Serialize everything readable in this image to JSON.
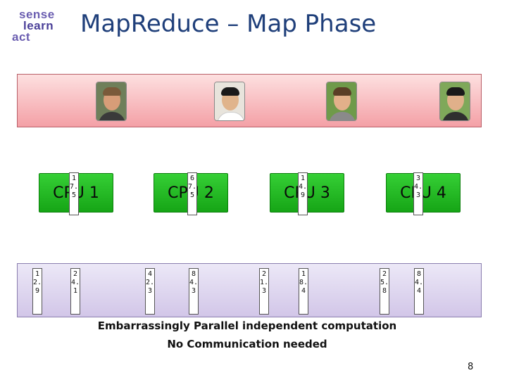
{
  "logo": {
    "line1": "sense",
    "line2": "learn",
    "line3": "act"
  },
  "title": "MapReduce – Map Phase",
  "cpus": [
    {
      "label": "CPU 1",
      "top_value": "17.5"
    },
    {
      "label": "CPU 2",
      "top_value": "67.5"
    },
    {
      "label": "CPU 3",
      "top_value": "14.9"
    },
    {
      "label": "CPU 4",
      "top_value": "34.3"
    }
  ],
  "bottom_values": [
    "12.9",
    "24.1",
    "42.3",
    "84.3",
    "21.3",
    "18.4",
    "25.8",
    "84.4"
  ],
  "caption": {
    "line1": "Embarrassingly Parallel independent computation",
    "line2": "No Communication needed"
  },
  "page_number": "8",
  "colors": {
    "title": "#1f3f7a",
    "cpu": "#22b822",
    "top_band": "#f4a0a6",
    "bottom_band": "#d2c6e8"
  }
}
